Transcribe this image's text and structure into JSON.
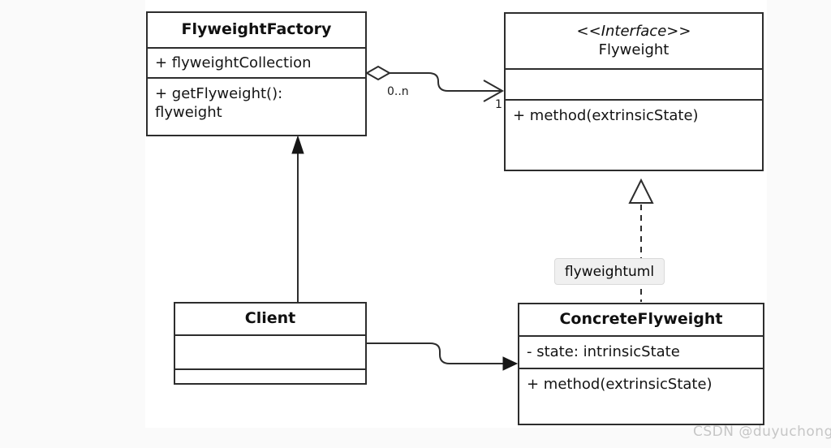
{
  "page": {
    "background": "#fafafa",
    "canvas_background": "#ffffff",
    "line_color": "#2d2d2d"
  },
  "watermark": "CSDN @duyuchong",
  "tooltip": {
    "label": "flyweightuml"
  },
  "classes": {
    "flyweight_factory": {
      "title": "FlyweightFactory",
      "attributes": [
        "+ flyweightCollection"
      ],
      "methods": [
        "+ getFlyweight(): flyweight"
      ]
    },
    "flyweight": {
      "stereotype": "<<Interface>>",
      "title": "Flyweight",
      "attributes": [],
      "methods": [
        "+ method(extrinsicState)"
      ]
    },
    "client": {
      "title": "Client",
      "attributes": [],
      "methods": []
    },
    "concrete_flyweight": {
      "title": "ConcreteFlyweight",
      "attributes": [
        "- state: intrinsicState"
      ],
      "methods": [
        "+ method(extrinsicState)"
      ]
    }
  },
  "relations": {
    "factory_aggregates_flyweight": {
      "type": "aggregation",
      "from": "FlyweightFactory",
      "to": "Flyweight",
      "from_multiplicity": "0..n",
      "to_multiplicity": "1"
    },
    "client_to_factory": {
      "type": "association",
      "from": "Client",
      "to": "FlyweightFactory"
    },
    "client_to_concrete": {
      "type": "association",
      "from": "Client",
      "to": "ConcreteFlyweight"
    },
    "concrete_implements_flyweight": {
      "type": "realization",
      "from": "ConcreteFlyweight",
      "to": "Flyweight"
    }
  }
}
